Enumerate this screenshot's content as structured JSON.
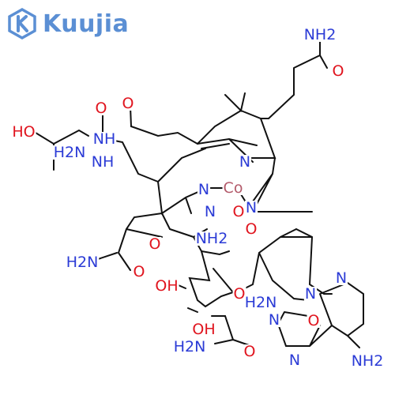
{
  "logo": {
    "text": "Kuujia",
    "icon": "k-hexagon-icon",
    "color": "#5b8fd4"
  },
  "colors": {
    "N": "#2b3bd6",
    "O": "#e0141e",
    "Co": "#b35a6a",
    "bond": "#111111"
  },
  "atoms": [
    {
      "id": "nh2_top",
      "text": "NH2",
      "el": "N"
    },
    {
      "id": "o_top",
      "text": "O",
      "el": "O"
    },
    {
      "id": "o1",
      "text": "O",
      "el": "O"
    },
    {
      "id": "o2",
      "text": "O",
      "el": "O"
    },
    {
      "id": "ho",
      "text": "HO",
      "el": "O"
    },
    {
      "id": "nh_a",
      "text": "NH",
      "el": "N"
    },
    {
      "id": "h2n_a",
      "text": "H2N",
      "el": "N"
    },
    {
      "id": "nh_b",
      "text": "NH",
      "el": "N"
    },
    {
      "id": "n_pyr1",
      "text": "N",
      "el": "N"
    },
    {
      "id": "n_pyr2",
      "text": "N",
      "el": "N"
    },
    {
      "id": "co",
      "text": "Co",
      "el": "Co"
    },
    {
      "id": "n_pyr3",
      "text": "N",
      "el": "N"
    },
    {
      "id": "n_pyr4",
      "text": "N",
      "el": "N"
    },
    {
      "id": "o_co",
      "text": "O",
      "el": "O"
    },
    {
      "id": "o_c",
      "text": "O",
      "el": "O"
    },
    {
      "id": "nh2_mid",
      "text": "NH2",
      "el": "N"
    },
    {
      "id": "o_mid",
      "text": "O",
      "el": "O"
    },
    {
      "id": "h2n_left",
      "text": "H2N",
      "el": "N"
    },
    {
      "id": "o_left",
      "text": "O",
      "el": "O"
    },
    {
      "id": "oh1",
      "text": "OH",
      "el": "O"
    },
    {
      "id": "o_ring",
      "text": "O",
      "el": "O"
    },
    {
      "id": "h2n_b",
      "text": "H2N",
      "el": "N"
    },
    {
      "id": "n_ad1",
      "text": "N",
      "el": "N"
    },
    {
      "id": "n_ad2",
      "text": "N",
      "el": "N"
    },
    {
      "id": "n_ad3",
      "text": "N",
      "el": "N"
    },
    {
      "id": "o_ad",
      "text": "O",
      "el": "O"
    },
    {
      "id": "oh2",
      "text": "OH",
      "el": "O"
    },
    {
      "id": "h2n_bot",
      "text": "H2N",
      "el": "N"
    },
    {
      "id": "o_bot",
      "text": "O",
      "el": "O"
    },
    {
      "id": "n_ad4",
      "text": "N",
      "el": "N"
    },
    {
      "id": "nh2_bot",
      "text": "NH2",
      "el": "N"
    }
  ]
}
